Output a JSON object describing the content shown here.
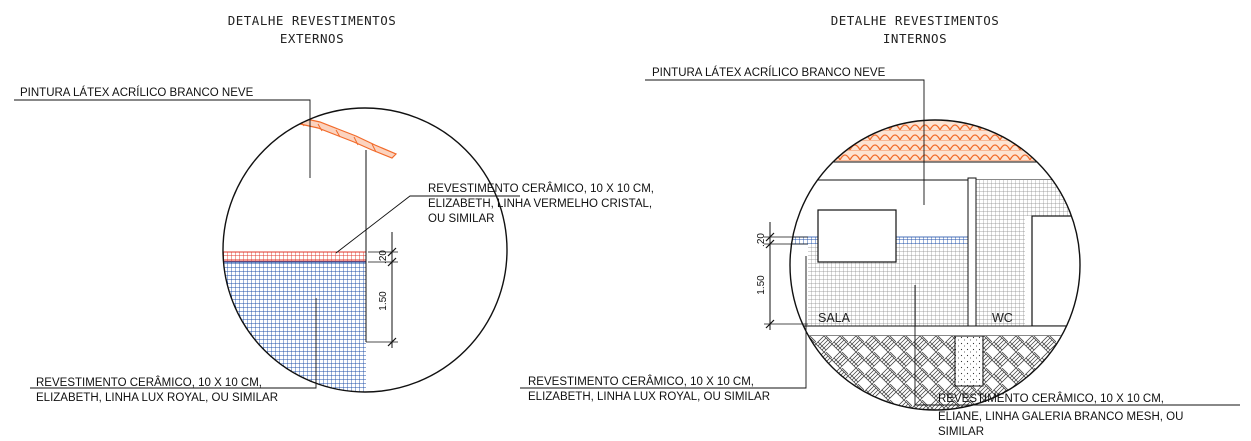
{
  "external_detail": {
    "title_line1": "DETALHE  REVESTIMENTOS",
    "title_line2": "EXTERNOS",
    "paint_label": "PINTURA LÁTEX ACRÍLICO BRANCO NEVE",
    "red_tile_label": [
      "REVESTIMENTO CERÂMICO, 10 X 10 CM,",
      "ELIZABETH, LINHA VERMELHO CRISTAL,",
      "OU SIMILAR"
    ],
    "blue_tile_label": [
      "REVESTIMENTO CERÂMICO, 10 X 10 CM,",
      "ELIZABETH, LINHA LUX ROYAL, OU SIMILAR"
    ],
    "dim_band": ".20",
    "dim_main": "1.50"
  },
  "internal_detail": {
    "title_line1": "DETALHE  REVESTIMENTOS",
    "title_line2": "INTERNOS",
    "paint_label": "PINTURA LÁTEX ACRÍLICO BRANCO NEVE",
    "blue_tile_label": [
      "REVESTIMENTO CERÂMICO, 10 X 10 CM,",
      "ELIZABETH, LINHA LUX ROYAL, OU SIMILAR"
    ],
    "white_tile_label": [
      "REVESTIMENTO CERÂMICO, 10 X 10 CM,",
      "ELIANE, LINHA GALERIA BRANCO MESH, OU",
      "SIMILAR"
    ],
    "dim_band": ".20",
    "dim_main": "1.50",
    "room_sala": "SALA",
    "room_wc": "WC"
  },
  "colors": {
    "blue_tile": "#1f4fa8",
    "red_tile": "#e0372b",
    "roof_tile": "#f26b2b",
    "gray_tile": "#8a8a8a",
    "line": "#111111"
  }
}
